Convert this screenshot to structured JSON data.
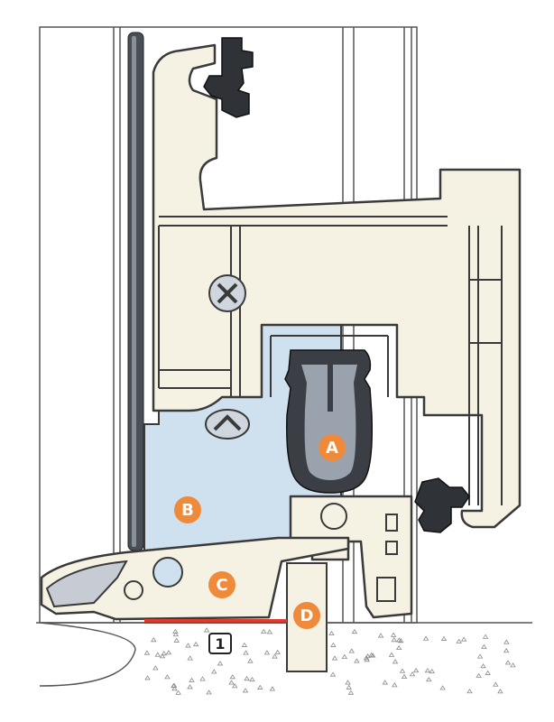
{
  "colors": {
    "profile_fill": "#f5f1e3",
    "profile_stroke": "#3a3a3a",
    "insulation": "#cfe0ee",
    "gasket": "#3b3f45",
    "gasket_light": "#9aa2ad",
    "callout": "#ee8a3a",
    "seal_tape": "#e33a2e",
    "metal_rod": "#4a4f57",
    "sill": "#d5d5d5",
    "sill_stroke": "#555555",
    "ground_speckle": "#8a8a8a"
  },
  "callouts": [
    {
      "id": "A",
      "label": "A"
    },
    {
      "id": "B",
      "label": "B"
    },
    {
      "id": "C",
      "label": "C"
    },
    {
      "id": "D",
      "label": "D"
    }
  ],
  "boxed_label": "1",
  "icons": [
    "screw-head-icon-upper",
    "screw-head-icon-lower"
  ]
}
